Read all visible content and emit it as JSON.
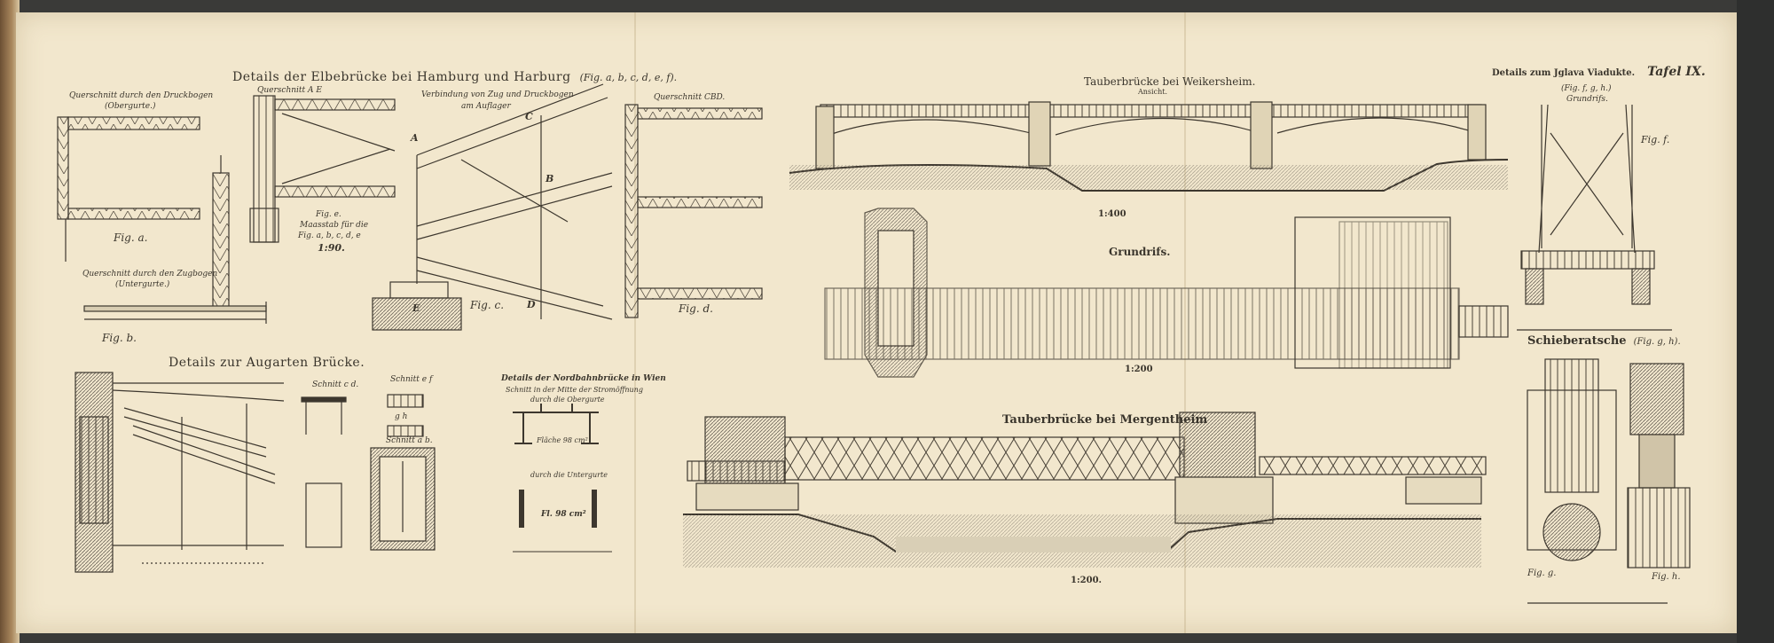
{
  "plate": {
    "number": "Tafel IX."
  },
  "elbe": {
    "title": "Details der Elbebrücke bei Hamburg und Harburg",
    "title_figs": "(Fig. a, b, c, d, e, f).",
    "q_druck": "Querschnitt durch den Druckbogen",
    "q_druck_sub": "(Obergurte.)",
    "q_ae": "Querschnitt A E",
    "verbindung": "Verbindung von Zug und Druckbogen",
    "verbindung_sub": "am Auflager",
    "q_cbd": "Querschnitt CBD.",
    "fig_a": "Fig. a.",
    "fig_e": "Fig. e.",
    "scale_1": "Maasstab für die",
    "scale_2": "Fig. a, b, c, d, e",
    "scale_3": "1:90.",
    "q_zug": "Querschnitt durch den Zugbogen",
    "q_zug_sub": "(Untergurte.)",
    "fig_b": "Fig. b.",
    "fig_c": "Fig. c.",
    "fig_d": "Fig. d.",
    "letters": [
      "A",
      "B",
      "C",
      "D",
      "E"
    ]
  },
  "augarten": {
    "title": "Details zur Augarten Brücke.",
    "schnitt_cd": "Schnitt c d.",
    "schnitt_ef": "Schnitt e f",
    "schnitt_gh": "g h",
    "schnitt_ab": "Schnitt a b."
  },
  "nordbahn": {
    "title": "Details der Nordbahnbrücke in Wien",
    "sub1": "Schnitt in der Mitte der Stromöffnung",
    "sub2": "durch die Obergurte",
    "flaeche1": "Fläche 98 cm²",
    "sub3": "durch die Untergurte",
    "flaeche2": "Fl. 98 cm²"
  },
  "weikersheim": {
    "title": "Tauberbrücke bei Weikersheim.",
    "ansicht": "Ansicht.",
    "scale": "1:400",
    "grundriss": "Grundrifs.",
    "grundriss_scale": "1:200"
  },
  "mergentheim": {
    "title": "Tauberbrücke bei Mergentheim",
    "scale": "1:200."
  },
  "jglava": {
    "title": "Details zum Jglava Viadukte.",
    "figs": "(Fig. f, g, h.)",
    "grundriss": "Grundrifs.",
    "fig_f": "Fig. f."
  },
  "schieber": {
    "title": "Schieberatsche",
    "figs": "(Fig. g, h).",
    "fig_g": "Fig. g.",
    "fig_h": "Fig. h."
  }
}
